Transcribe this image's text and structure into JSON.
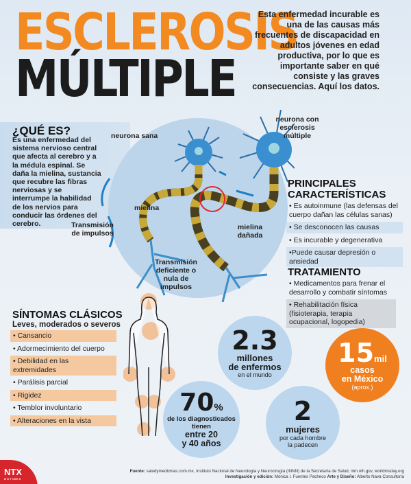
{
  "title": {
    "line1": "ESCLEROSIS",
    "line2": "MÚLTIPLE"
  },
  "intro": "Esta enfermedad incurable es una de las causas más frecuentes de discapacidad en adultos jóvenes en edad productiva, por lo que es importante saber en qué consiste y las graves consecuencias. Aquí los datos.",
  "que_es": {
    "heading": "¿QUÉ ES?",
    "body": "Es una enfermedad del sistema nervioso central que afecta al cerebro y a la médula espinal. Se daña la mielina, sustancia que recubre las fibras nerviosas y se interrumpe la habilidad de los nervios para conducir las órdenes del cerebro."
  },
  "diagram": {
    "healthy_neuron": "neurona sana",
    "ms_neuron": "neurona con esclerosis múltiple",
    "myelin": "mielina",
    "damaged_myelin": "mielina dañada",
    "transmission": "Transmisión de impulsos",
    "deficient_transmission": "Transmisión deficiente o nula de impulsos"
  },
  "characteristics": {
    "heading_1": "PRINCIPALES",
    "heading_2": "CARACTERÍSTICAS",
    "items": [
      "• Es autoinmune (las defensas del cuerpo dañan las células sanas)",
      "• Se desconocen las causas",
      "• Es incurable y degenerativa",
      "•Puede causar depresión o ansiedad"
    ]
  },
  "treatment": {
    "heading": "TRATAMIENTO",
    "items": [
      "• Medicamentos para frenar el desarrollo y combatir síntomas",
      "• Rehabilitación física (fisioterapia, terapia ocupacional, logopedia)"
    ]
  },
  "symptoms": {
    "heading": "SÍNTOMAS CLÁSICOS",
    "subheading": "Leves, moderados o severos",
    "items": [
      "• Cansancio",
      "• Adormecimiento del cuerpo",
      "• Debilidad en las extremidades",
      "• Parálisis parcial",
      "• Rigidez",
      "• Temblor involuntario",
      "• Alteraciones en la vista"
    ]
  },
  "stats": {
    "world": {
      "number": "2.3",
      "line1": "millones",
      "line2": "de enfermos",
      "line3": "en el mundo"
    },
    "mexico": {
      "number": "15",
      "unit": "mil",
      "line1": "casos",
      "line2": "en México",
      "line3": "(aprox.)"
    },
    "age": {
      "number": "70",
      "unit": "%",
      "line1": "de los diagnosticados",
      "line2": "tienen",
      "line3": "entre 20",
      "line4": "y 40 años"
    },
    "women": {
      "number": "2",
      "line1": "mujeres",
      "line2": "por cada hombre",
      "line3": "la padecen"
    }
  },
  "footer": {
    "source_label": "Fuente:",
    "source": "saludymedicinas.com.mx, Instituto Nacional de Neurología y Neurocirugía (INNN) de la Secretaría de Salud, nlm.nih.gov, worldmsday.org",
    "research_label": "Investigación y edición:",
    "research": "Mónica I. Fuentes Pacheco",
    "design_label": "Arte y Diseño:",
    "design": "Alberto Nava Consultoría"
  },
  "logo": {
    "name": "NTX",
    "sub": "NOTIMEX"
  },
  "colors": {
    "orange": "#f28a21",
    "blue_circle": "#bcd6ee",
    "dark": "#1c1c1c",
    "logo_red": "#d6252b"
  }
}
